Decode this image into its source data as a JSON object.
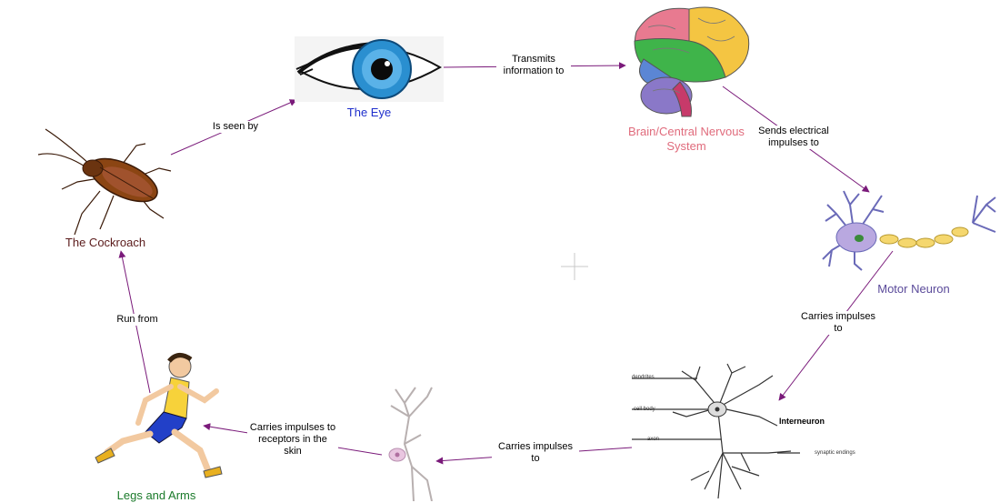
{
  "nodes": {
    "cockroach": {
      "label": "The Cockroach",
      "color": "#5a1a1a"
    },
    "eye": {
      "label": "The Eye",
      "color": "#1f2fcc"
    },
    "brain": {
      "label": "Brain/Central Nervous System",
      "color": "#e06b7c"
    },
    "motor_neuron": {
      "label": "Motor Neuron",
      "color": "#5a4a9a"
    },
    "interneuron": {
      "label": "Interneuron",
      "color": "#000000",
      "annotations": {
        "dendrites": "dendrites",
        "cell_body": "cell body",
        "axon": "axon",
        "synaptic_endings": "synaptic endings"
      }
    },
    "legs_arms": {
      "label": "Legs and Arms",
      "color": "#1a7a2a"
    }
  },
  "edges": {
    "cockroach_eye": "Is seen by",
    "eye_brain": "Transmits information to",
    "brain_motor": "Sends electrical impulses to",
    "motor_inter": "Carries impulses to",
    "inter_sensory": "Carries impulses to",
    "sensory_legs": "Carries impulses to receptors in the skin",
    "legs_cockroach": "Run from"
  },
  "colors": {
    "arrow": "#7a1a7a"
  }
}
